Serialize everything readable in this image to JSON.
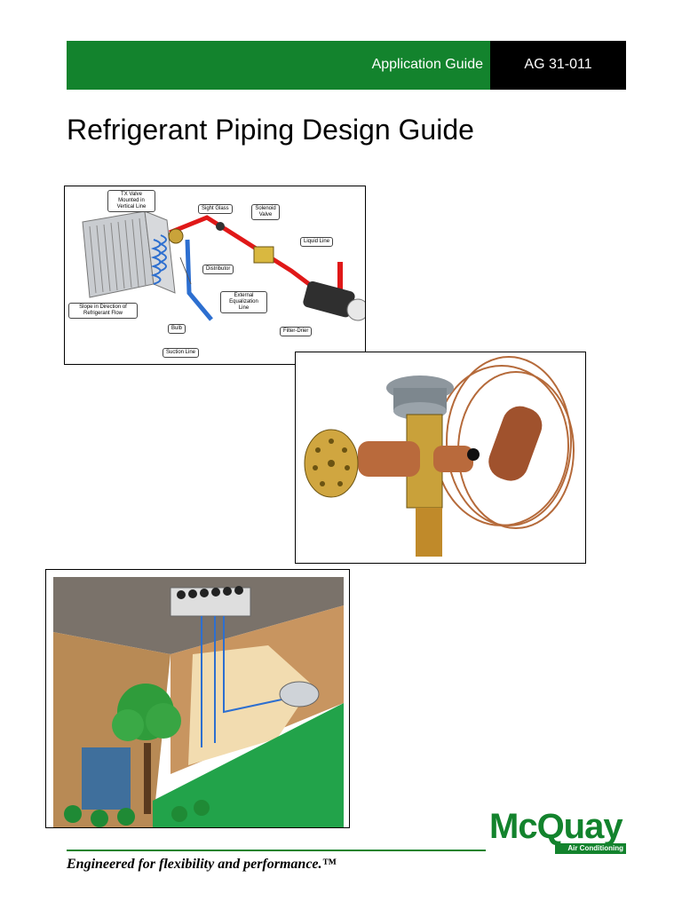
{
  "header": {
    "label": "Application Guide",
    "code": "AG 31-011"
  },
  "title": "Refrigerant Piping Design Guide",
  "diagram1": {
    "labels": {
      "tx_valve": "TX Valve Mounted in Vertical Line",
      "sight_glass": "Sight Glass",
      "solenoid": "Solenoid Valve",
      "liquid_line": "Liquid Line",
      "distributor": "Distributor",
      "external_eq": "External Equalization Line",
      "slope": "Slope in Direction of Refrigerant Flow",
      "bulb": "Bulb",
      "filter_drier": "Filter-Drier",
      "suction": "Suction Line"
    }
  },
  "footer": {
    "tagline": "Engineered for flexibility and performance.™"
  },
  "logo": {
    "word": "McQuay",
    "sub": "Air Conditioning",
    "brand_color": "#13832d"
  }
}
